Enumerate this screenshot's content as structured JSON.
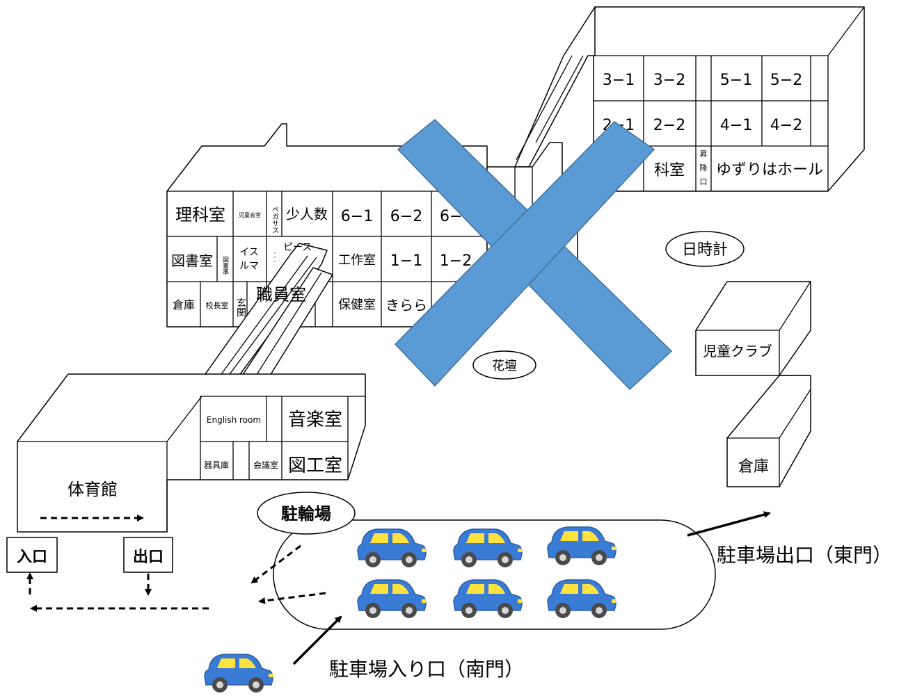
{
  "rooms": {
    "r31": "3−1",
    "r32": "3−2",
    "r51": "5−1",
    "r52": "5−2",
    "r21": "2−1",
    "r22": "2−2",
    "r41": "4−1",
    "r42": "4−2",
    "kagakushitsu": "科室",
    "shoukouguchi_1": "昇",
    "shoukouguchi_2": "降",
    "shoukouguchi_3": "口",
    "yuzuriha": "ゆずりはホール",
    "rika": "理科室",
    "jidoukaigi": "児童会室",
    "pegasus": "ペガサス",
    "pegasus_dots": "・・・",
    "shounin": "少人数",
    "r61": "6−1",
    "r62": "6−2",
    "r63": "6−",
    "tosho": "図書室",
    "toshojun": "図書準",
    "isu": "イス",
    "ruma": "ルマ",
    "peace": "ピース",
    "kousaku": "工作室",
    "r11": "1−1",
    "r12": "1−2",
    "souko1": "倉庫",
    "kouchou": "校長室",
    "genkan": "玄関",
    "shokuin": "職員室",
    "hoken": "保健室",
    "kirara": "きらら",
    "partial": "昇",
    "english": "English room",
    "ongaku": "音楽室",
    "kigu": "器具庫",
    "kaigi": "会議室",
    "zukou": "図工室",
    "taiiku": "体育館",
    "jidou_club": "児童クラブ",
    "souko2": "倉庫"
  },
  "labels": {
    "hidokei": "日時計",
    "kadan": "花壇",
    "chuurinjou": "駐輪場",
    "iriguchi": "入口",
    "deguchi": "出口",
    "parking_exit": "駐車場出口（東門）",
    "parking_entrance": "駐車場入り口（南門）"
  },
  "colors": {
    "cross": "#5b9bd5",
    "bicycle_label": "#ff0000",
    "car_body": "#3a7bd5",
    "car_window": "#ffe23d"
  },
  "icons": {
    "car": "car-icon",
    "closed_mark": "cross-mark-icon"
  }
}
